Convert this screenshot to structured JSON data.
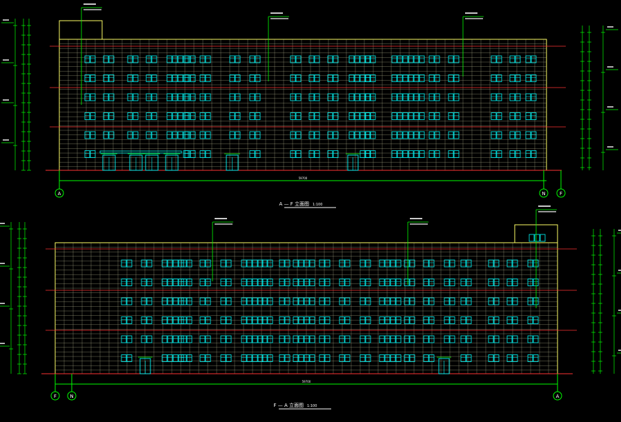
{
  "colors": {
    "background": "#000000",
    "facade_outline": "#ffff66",
    "grid": "#c8c8a0",
    "window": "#00ffff",
    "floor_line": "#ff3333",
    "dimension": "#00ff00",
    "leader": "#00ff00",
    "label": "#ffffff"
  },
  "elevations": [
    {
      "id": "upper",
      "title": "A — F 立面图",
      "scale": "1:100",
      "axis_labels": [
        "A",
        "N",
        "F"
      ],
      "total_dim": "59700"
    },
    {
      "id": "lower",
      "title": "F — A 立面图",
      "scale": "1:100",
      "axis_labels": [
        "F",
        "N",
        "A"
      ],
      "total_dim": "59700"
    }
  ]
}
